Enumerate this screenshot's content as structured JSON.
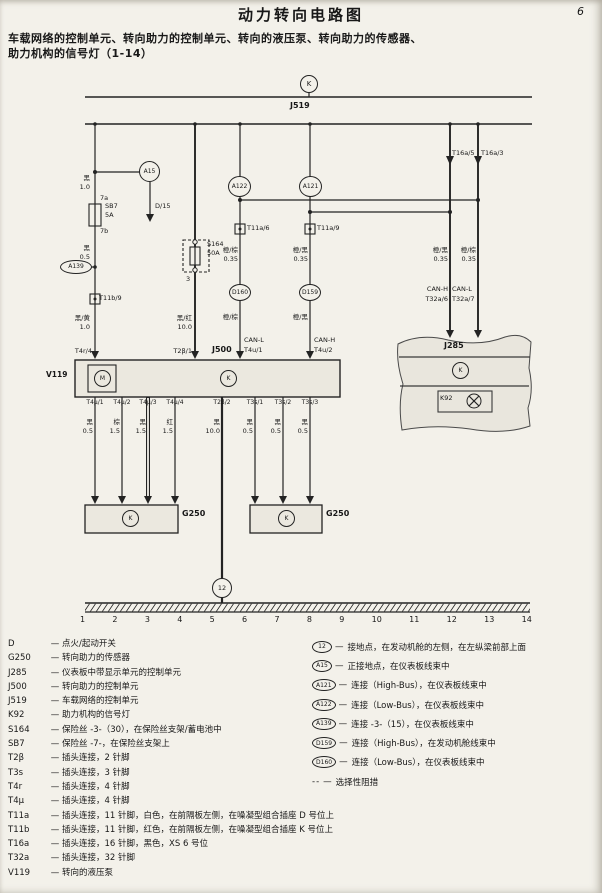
{
  "page": {
    "title": "动力转向电路图",
    "page_number": "6",
    "subtitle1": "车载网络的控制单元、转向助力的控制单元、转向的液压泵、转向助力的传感器、",
    "subtitle2": "助力机构的信号灯（1-14）"
  },
  "ui": {
    "dash": "—"
  },
  "diagram": {
    "top": {
      "k": "K",
      "j519": "J519"
    },
    "col1": {
      "wire1_color": "黑",
      "wire1_gauge": "1.0",
      "fuse_pin_top": "7a",
      "fuse_pin_bottom": "7b",
      "fuse": "SB7",
      "fuse_rating": "5A",
      "wire2_color": "黑",
      "wire2_gauge": "0.5",
      "junction": "A139",
      "connector": "T11b/9",
      "wire3_color": "黑/黄",
      "wire3_gauge": "1.0",
      "terminal": "T4r/4"
    },
    "col2": {
      "junction": "A15",
      "feed": "D/15"
    },
    "col3": {
      "fuse": "S164",
      "fuse_rating": "50A",
      "pin": "3",
      "wire_color": "黑/红",
      "wire_gauge": "10.0",
      "terminal": "T2β/1"
    },
    "col4": {
      "junction": "A122",
      "connector": "T11a/6",
      "wire1_color": "橙/棕",
      "wire1_gauge": "0.35",
      "splice": "D160",
      "wire2_color": "橙/棕",
      "bus": "CAN-L",
      "terminal": "T4u/1"
    },
    "col5": {
      "junction": "A121",
      "connector": "T11a/9",
      "wire1_color": "橙/黑",
      "wire1_gauge": "0.35",
      "splice": "D159",
      "wire2_color": "橙/黑",
      "bus": "CAN-H",
      "terminal": "T4u/2"
    },
    "right": {
      "t16a5": "T16a/5",
      "t16a3": "T16a/3",
      "wire1_color": "橙/黑",
      "wire1_gauge": "0.35",
      "wire2_color": "橙/棕",
      "wire2_gauge": "0.35",
      "bus1": "CAN-H",
      "terminal1": "T32a/6",
      "bus2": "CAN-L",
      "terminal2": "T32a/7",
      "j285": "J285",
      "k": "K",
      "k92": "K92"
    },
    "j500": {
      "label": "J500",
      "v119": "V119",
      "motor": "M",
      "k": "K"
    },
    "bottom_terminals": [
      "T4μ/1",
      "T4μ/2",
      "T4μ/3",
      "T4μ/4",
      "T2β/2",
      "T3s/1",
      "T3s/2",
      "T3s/3"
    ],
    "bottom_wires": [
      {
        "color": "黑",
        "gauge": "0.5"
      },
      {
        "color": "棕",
        "gauge": "1.5"
      },
      {
        "color": "黑",
        "gauge": "1.5"
      },
      {
        "color": "红",
        "gauge": "1.5"
      },
      {
        "color": "黑",
        "gauge": "10.0"
      },
      {
        "color": "黑",
        "gauge": "0.5"
      },
      {
        "color": "黑",
        "gauge": "0.5"
      },
      {
        "color": "黑",
        "gauge": "0.5"
      }
    ],
    "g250_left": {
      "label": "G250",
      "k": "K"
    },
    "g250_right": {
      "label": "G250",
      "k": "K"
    },
    "ground": "12",
    "tracks": [
      "1",
      "2",
      "3",
      "4",
      "5",
      "6",
      "7",
      "8",
      "9",
      "10",
      "11",
      "12",
      "13",
      "14"
    ]
  },
  "legend_left": [
    {
      "term": "D",
      "desc": "点火/起动开关"
    },
    {
      "term": "G250",
      "desc": "转向助力的传感器"
    },
    {
      "term": "J285",
      "desc": "仪表板中带显示单元的控制单元"
    },
    {
      "term": "J500",
      "desc": "转向助力的控制单元"
    },
    {
      "term": "J519",
      "desc": "车载网络的控制单元"
    },
    {
      "term": "K92",
      "desc": "助力机构的信号灯"
    },
    {
      "term": "S164",
      "desc": "保险丝 -3-（30），在保险丝支架/蓄电池中"
    },
    {
      "term": "SB7",
      "desc": "保险丝 -7-，在保险丝支架上"
    },
    {
      "term": "T2β",
      "desc": "插头连接，2 针脚"
    },
    {
      "term": "T3s",
      "desc": "插头连接，3 针脚"
    },
    {
      "term": "T4r",
      "desc": "插头连接，4 针脚"
    },
    {
      "term": "T4μ",
      "desc": "插头连接，4 针脚"
    },
    {
      "term": "T11a",
      "desc": "插头连接，11 针脚，白色，在前隔板左侧，在噪凝型组合插座 D 号位上"
    },
    {
      "term": "T11b",
      "desc": "插头连接，11 针脚，红色，在前隔板左侧，在噪凝型组合插座 K 号位上"
    },
    {
      "term": "T16a",
      "desc": "插头连接，16 针脚，黑色，XS 6 号位"
    },
    {
      "term": "T32a",
      "desc": "插头连接，32 针脚"
    },
    {
      "term": "V119",
      "desc": "转向的液压泵"
    }
  ],
  "legend_right": [
    {
      "sym": "12",
      "desc": "接地点，在发动机舱的左侧，在左纵梁前部上面"
    },
    {
      "sym": "A15",
      "desc": "正接地点，在仪表板线束中"
    },
    {
      "sym": "A121",
      "desc": "连接（High-Bus），在仪表板线束中"
    },
    {
      "sym": "A122",
      "desc": "连接（Low-Bus），在仪表板线束中"
    },
    {
      "sym": "A139",
      "desc": "连接 -3-（15），在仪表板线束中"
    },
    {
      "sym": "D159",
      "desc": "连接（High-Bus），在发动机舱线束中"
    },
    {
      "sym": "D160",
      "desc": "连接（Low-Bus），在仪表板线束中"
    }
  ],
  "legend_optional": {
    "sym": "--",
    "desc": "选择性阻措"
  }
}
